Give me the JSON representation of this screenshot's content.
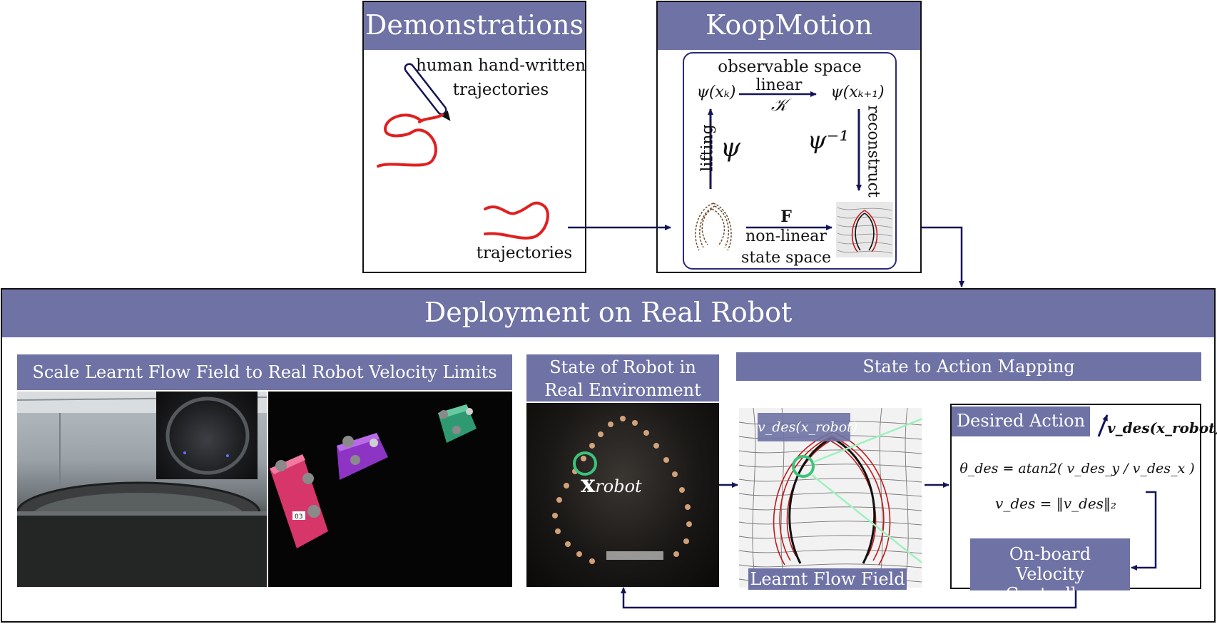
{
  "demonstrations": {
    "title": "Demonstrations",
    "handwritten_label_line1": "human hand-written",
    "handwritten_label_line2": "trajectories",
    "trajectories_label": "trajectories"
  },
  "koopmotion": {
    "title": "KoopMotion",
    "observable_space": "observable space",
    "linear": "linear",
    "koopman_op": "𝒦",
    "psi_xk": "ψ(xₖ)",
    "psi_xk1": "ψ(xₖ₊₁)",
    "lifting": "lifting",
    "psi": "ψ",
    "psi_inv": "ψ⁻¹",
    "reconstruct": "reconstruct",
    "F": "F",
    "nonlinear": "non-linear",
    "state_space": "state space"
  },
  "deployment": {
    "title": "Deployment on Real Robot",
    "scale_title": "Scale Learnt Flow Field to Real Robot Velocity Limits",
    "state_title": "State of Robot in Real Environment",
    "x_robot": "x",
    "x_robot_sub": "robot",
    "mapping_title": "State to Action Mapping",
    "v_des_label": "v_des(x_robot)",
    "learnt_flow_field": "Learnt Flow Field",
    "desired_action": "Desired Action",
    "v_des_action": "v_des(x_robot)",
    "theta_eq": "θ_des = atan2( v_des_y / v_des_x )",
    "v_eq": "v_des = ‖v_des‖₂",
    "controller_line1": "On-board",
    "controller_line2": "Velocity Controller",
    "robot_tag_03": "03"
  },
  "colors": {
    "header": "#6e72a4",
    "arrow": "#14145a",
    "trajectory": "#e02020",
    "highlight": "#3cc47a"
  }
}
